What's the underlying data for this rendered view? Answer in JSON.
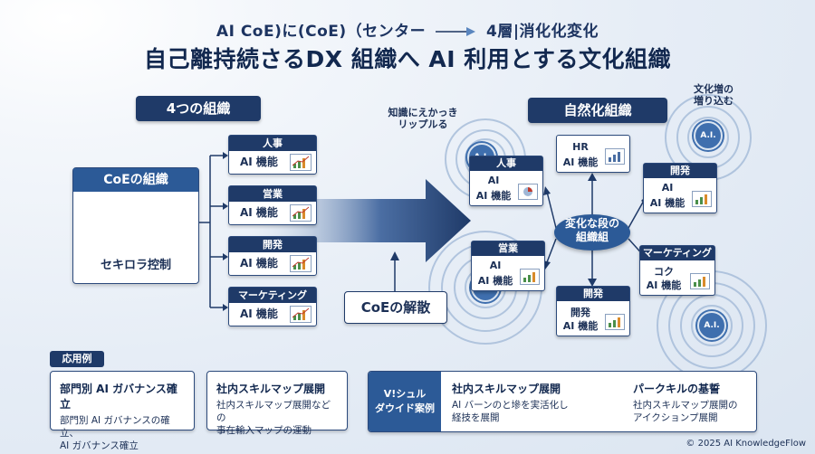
{
  "header": {
    "title_line1_left": "AI CoE)に(CoE)（センター",
    "title_line1_right": "4層|消化化変化",
    "title_line2": "自己離持続さるDX 組織へ AI 利用とする文化組織"
  },
  "left": {
    "banner": "4つの組織",
    "coe_box": {
      "title": "CoEの組織",
      "label": "セキロラ控制"
    },
    "orgs": [
      {
        "name": "人事",
        "label": "AI 機能"
      },
      {
        "name": "営業",
        "label": "AI 機能"
      },
      {
        "name": "開発",
        "label": "AI 機能"
      },
      {
        "name": "マーケティング",
        "label": "AI 機能"
      }
    ]
  },
  "middle": {
    "note": [
      "知識にえかっき",
      "リップルる"
    ],
    "dissolve_label": "CoEの解散"
  },
  "right": {
    "banner": "自然化組織",
    "note": [
      "文化増の",
      "増り込む"
    ],
    "center": [
      "変化な段の",
      "組織組"
    ],
    "ai_badge": "A.I.",
    "nodes": [
      {
        "name": "人事",
        "l1": "AI",
        "l2": "AI 機能"
      },
      {
        "name": "HR",
        "l1": "HR",
        "l2": "AI 機能"
      },
      {
        "name": "開発",
        "l1": "AI",
        "l2": "AI 機能"
      },
      {
        "name": "営業",
        "l1": "AI",
        "l2": "AI 機能"
      },
      {
        "name": "マーケティング",
        "l1": "コク",
        "l2": "AI 機能"
      },
      {
        "name": "開発",
        "l1": "開発",
        "l2": "AI 機能"
      }
    ]
  },
  "bottom": {
    "tag": "応用例",
    "panels": [
      {
        "title": "部門別 AI ガバナンス確立",
        "desc": [
          "部門別 AI ガバナンスの確立、",
          "AI ガバナンス確立"
        ]
      },
      {
        "title": "社内スキルマップ展開",
        "desc": [
          "社内スキルマップ展開などの",
          "事在輸入マップの運動"
        ]
      }
    ],
    "case": {
      "label": [
        "V!シュル",
        "ダウイド案例"
      ],
      "items": [
        {
          "title": "社内スキルマップ展開",
          "desc": [
            "AI バーンのと墋を実活化し",
            "経技を展開"
          ]
        },
        {
          "title": "パークキルの基誓",
          "desc": [
            "社内スキルマップ展開の",
            "アイクションプ展開"
          ]
        }
      ]
    }
  },
  "footer": "© 2025 AI KnowledgeFlow"
}
